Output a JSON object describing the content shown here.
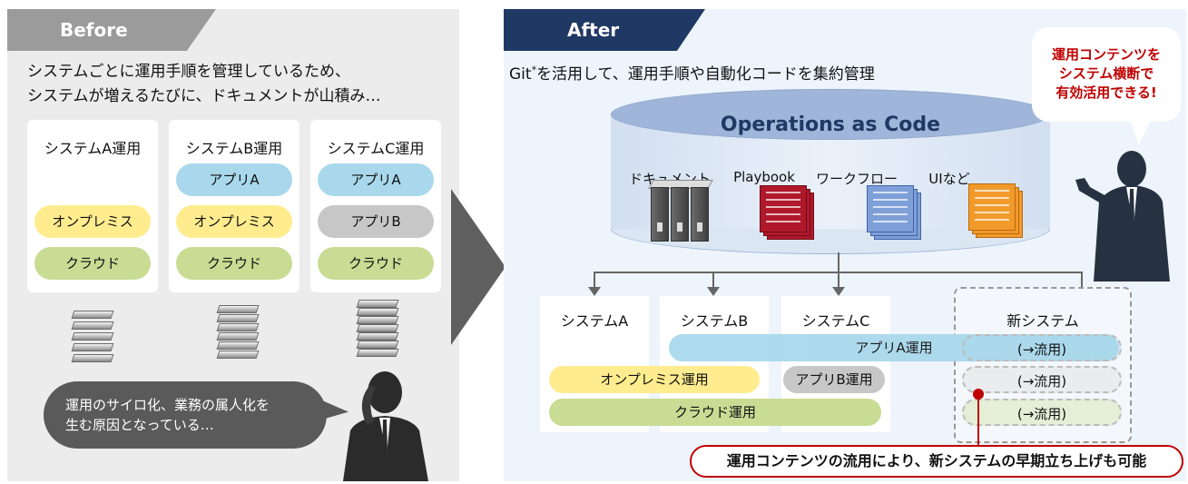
{
  "before": {
    "tab_label": "Before",
    "description_line1": "システムごとに運用手順を管理しているため、",
    "description_line2": "システムが増えるたびに、ドキュメントが山積み…",
    "systems": [
      {
        "title": "システムA運用",
        "items": [
          "オンプレミス",
          "クラウド"
        ]
      },
      {
        "title": "システムB運用",
        "items": [
          "アプリA",
          "オンプレミス",
          "クラウド"
        ]
      },
      {
        "title": "システムC運用",
        "items": [
          "アプリA",
          "アプリB",
          "クラウド"
        ]
      }
    ],
    "speech_line1": "運用のサイロ化、業務の属人化を",
    "speech_line2": "生む原因となっている…"
  },
  "after": {
    "tab_label": "After",
    "description_pre": "Git",
    "description_sup": "*",
    "description_post": "を活用して、運用手順や自動化コードを集約管理",
    "speech_line1": "運用コンテンツを",
    "speech_line2": "システム横断で",
    "speech_line3": "有効活用できる!",
    "repository_title": "Operations as Code",
    "repository_items": [
      "ドキュメント",
      "Playbook",
      "ワークフロー",
      "UIなど"
    ],
    "systems": [
      "システムA",
      "システムB",
      "システムC",
      "新システム"
    ],
    "bars": {
      "app_a": "アプリA運用",
      "onprem": "オンプレミス運用",
      "app_b": "アプリB運用",
      "cloud": "クラウド運用"
    },
    "reuse_label": "(→流用)",
    "callout": "運用コンテンツの流用により、新システムの早期立ち上げも可能"
  },
  "colors": {
    "after_tab": "#1f3864",
    "before_tab": "#9b9b9b",
    "app_a": "#a9d8ec",
    "onprem": "#ffec8f",
    "cloud": "#c8dc94",
    "app_b": "#c7c7c7",
    "callout_border": "#c00000"
  },
  "icons": [
    "binders-icon",
    "playbook-icon",
    "workflow-icon",
    "ui-icon",
    "stacked-documents-icon",
    "businessman-icon"
  ]
}
